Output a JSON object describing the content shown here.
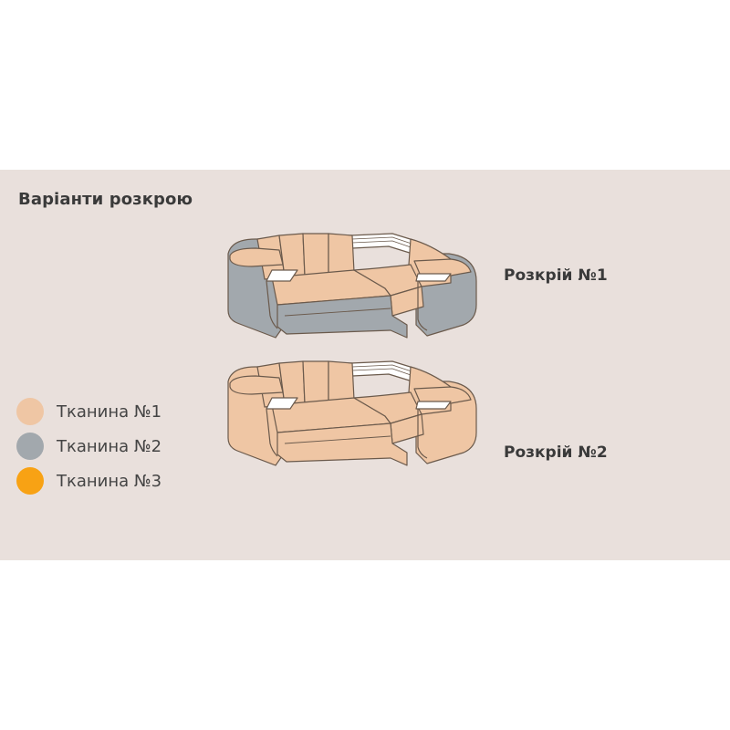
{
  "title": "Варіанти розкрою",
  "colors": {
    "background": "#e9e0dc",
    "fabric_1": "#efc6a4",
    "fabric_2": "#a2a8ad",
    "fabric_3": "#f8a214"
  },
  "variants": [
    {
      "label": "Розкрій №1",
      "body_fabric": "fabric_2",
      "cushion_fabric": "fabric_1"
    },
    {
      "label": "Розкрій №2",
      "body_fabric": "fabric_1",
      "cushion_fabric": "fabric_1"
    }
  ],
  "legend": [
    {
      "label": "Тканина №1",
      "color": "#efc6a4"
    },
    {
      "label": "Тканина №2",
      "color": "#a2a8ad"
    },
    {
      "label": "Тканина №3",
      "color": "#f8a214"
    }
  ]
}
